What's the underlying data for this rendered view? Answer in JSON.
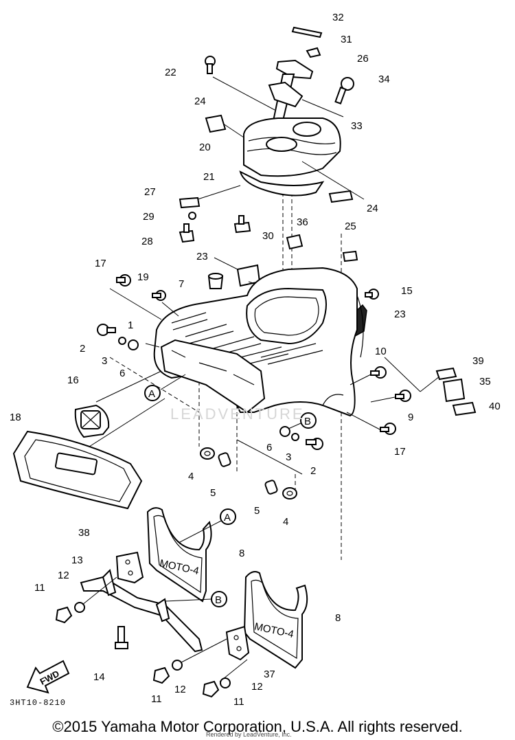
{
  "diagram": {
    "callouts": [
      {
        "id": "c32",
        "label": "32"
      },
      {
        "id": "c31",
        "label": "31"
      },
      {
        "id": "c26",
        "label": "26"
      },
      {
        "id": "c34",
        "label": "34"
      },
      {
        "id": "c22",
        "label": "22"
      },
      {
        "id": "c33",
        "label": "33"
      },
      {
        "id": "c24a",
        "label": "24"
      },
      {
        "id": "c20",
        "label": "20"
      },
      {
        "id": "c21",
        "label": "21"
      },
      {
        "id": "c24b",
        "label": "24"
      },
      {
        "id": "c27",
        "label": "27"
      },
      {
        "id": "c29",
        "label": "29"
      },
      {
        "id": "c28",
        "label": "28"
      },
      {
        "id": "c30",
        "label": "30"
      },
      {
        "id": "c36",
        "label": "36"
      },
      {
        "id": "c25",
        "label": "25"
      },
      {
        "id": "c23a",
        "label": "23"
      },
      {
        "id": "c17a",
        "label": "17"
      },
      {
        "id": "c19",
        "label": "19"
      },
      {
        "id": "c7",
        "label": "7"
      },
      {
        "id": "c15",
        "label": "15"
      },
      {
        "id": "c23b",
        "label": "23"
      },
      {
        "id": "c1",
        "label": "1"
      },
      {
        "id": "c2a",
        "label": "2"
      },
      {
        "id": "c3a",
        "label": "3"
      },
      {
        "id": "c6a",
        "label": "6"
      },
      {
        "id": "c10",
        "label": "10"
      },
      {
        "id": "c39",
        "label": "39"
      },
      {
        "id": "c35",
        "label": "35"
      },
      {
        "id": "c40",
        "label": "40"
      },
      {
        "id": "c9",
        "label": "9"
      },
      {
        "id": "c16",
        "label": "16"
      },
      {
        "id": "c18",
        "label": "18"
      },
      {
        "id": "c17b",
        "label": "17"
      },
      {
        "id": "c6b",
        "label": "6"
      },
      {
        "id": "c3b",
        "label": "3"
      },
      {
        "id": "c2b",
        "label": "2"
      },
      {
        "id": "c4a",
        "label": "4"
      },
      {
        "id": "c5a",
        "label": "5"
      },
      {
        "id": "c5b",
        "label": "5"
      },
      {
        "id": "c4b",
        "label": "4"
      },
      {
        "id": "c38",
        "label": "38"
      },
      {
        "id": "c8a",
        "label": "8"
      },
      {
        "id": "c13",
        "label": "13"
      },
      {
        "id": "c12a",
        "label": "12"
      },
      {
        "id": "c11a",
        "label": "11"
      },
      {
        "id": "c14",
        "label": "14"
      },
      {
        "id": "c8b",
        "label": "8"
      },
      {
        "id": "c37",
        "label": "37"
      },
      {
        "id": "c12b",
        "label": "12"
      },
      {
        "id": "c12c",
        "label": "12"
      },
      {
        "id": "c11b",
        "label": "11"
      },
      {
        "id": "c11c",
        "label": "11"
      }
    ],
    "ref_markers": [
      {
        "id": "refA1",
        "label": "A"
      },
      {
        "id": "refA2",
        "label": "A"
      },
      {
        "id": "refB1",
        "label": "B"
      },
      {
        "id": "refB2",
        "label": "B"
      }
    ],
    "mudflap_text": "MOTO-4",
    "plate_text": "MOTO-4",
    "fwd_label": "FWD",
    "doc_number": "3HT10-8210",
    "watermark": "LEADVENTURE",
    "copyright": "©2015 Yamaha Motor Corporation, U.S.A. All rights reserved.",
    "rendered_by": "Rendered by LeadVenture, Inc."
  }
}
